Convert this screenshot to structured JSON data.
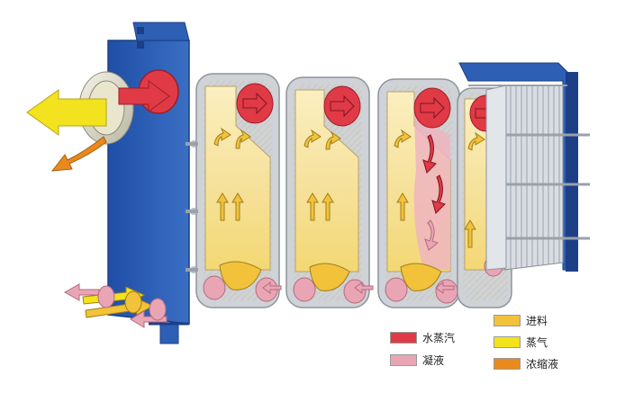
{
  "legend": {
    "items": [
      {
        "label": "水蒸汽",
        "color": "#e03a46"
      },
      {
        "label": "凝液",
        "color": "#eaa5b5"
      },
      {
        "label": "进料",
        "color": "#f2c23a"
      },
      {
        "label": "蒸气",
        "color": "#f3e21e"
      },
      {
        "label": "浓缩液",
        "color": "#ea8a1c"
      }
    ]
  },
  "colors": {
    "frame_blue": "#2d5fb4",
    "frame_dark": "#1d3f86",
    "plate_gray": "#cfd2d6",
    "plate_fill": "#f8e7a4",
    "steam_red": "#e03a46",
    "condensate_pink": "#eaa5b5",
    "feed_yellow": "#f2c23a",
    "vapor_yellow": "#f3e21e",
    "concentrate_orange": "#ea8a1c"
  }
}
